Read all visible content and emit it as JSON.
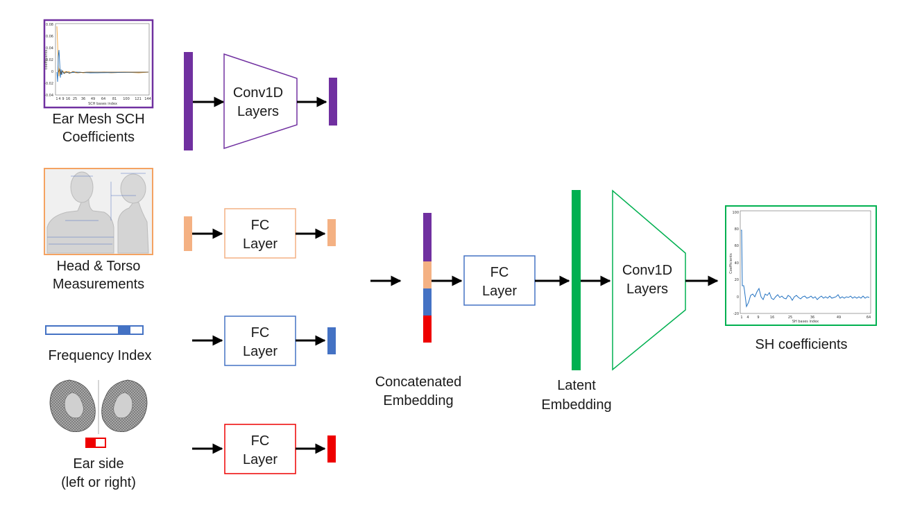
{
  "colors": {
    "purple": "#7030a0",
    "orange": "#f4b183",
    "orange_border": "#f4a261",
    "blue": "#4472c4",
    "red": "#ee0000",
    "green": "#00b050",
    "arrow": "#000000"
  },
  "inputs": {
    "ear_mesh": {
      "label_line1": "Ear Mesh SCH",
      "label_line2": "Coefficients",
      "plot": {
        "ylabel": "coefficients",
        "xlabel": "SCH bases index",
        "yticks": [
          "0.08",
          "0.06",
          "0.04",
          "0.02",
          "0",
          "-0.02",
          "-0.04"
        ],
        "xticks": [
          "1",
          "4",
          "9",
          "16",
          "25",
          "36",
          "49",
          "64",
          "81",
          "100",
          "121",
          "144"
        ]
      }
    },
    "head_torso": {
      "label_line1": "Head & Torso",
      "label_line2": "Measurements"
    },
    "frequency": {
      "label": "Frequency Index"
    },
    "ear_side": {
      "label_line1": "Ear side",
      "label_line2": "(left or right)"
    }
  },
  "blocks": {
    "conv_top": {
      "line1": "Conv1D",
      "line2": "Layers"
    },
    "fc_orange": {
      "line1": "FC",
      "line2": "Layer"
    },
    "fc_blue": {
      "line1": "FC",
      "line2": "Layer"
    },
    "fc_red": {
      "line1": "FC",
      "line2": "Layer"
    },
    "fc_center": {
      "line1": "FC",
      "line2": "Layer"
    },
    "conv_out": {
      "line1": "Conv1D",
      "line2": "Layers"
    }
  },
  "embeddings": {
    "concat": {
      "line1": "Concatenated",
      "line2": "Embedding"
    },
    "latent": {
      "line1": "Latent",
      "line2": "Embedding"
    }
  },
  "output": {
    "label": "SH coefficients",
    "plot": {
      "ylabel": "Coefficients",
      "xlabel": "SH bases index",
      "yticks": [
        "100",
        "80",
        "60",
        "40",
        "20",
        "0",
        "-20"
      ],
      "xticks": [
        "1",
        "4",
        "9",
        "16",
        "25",
        "36",
        "49",
        "64"
      ]
    }
  }
}
